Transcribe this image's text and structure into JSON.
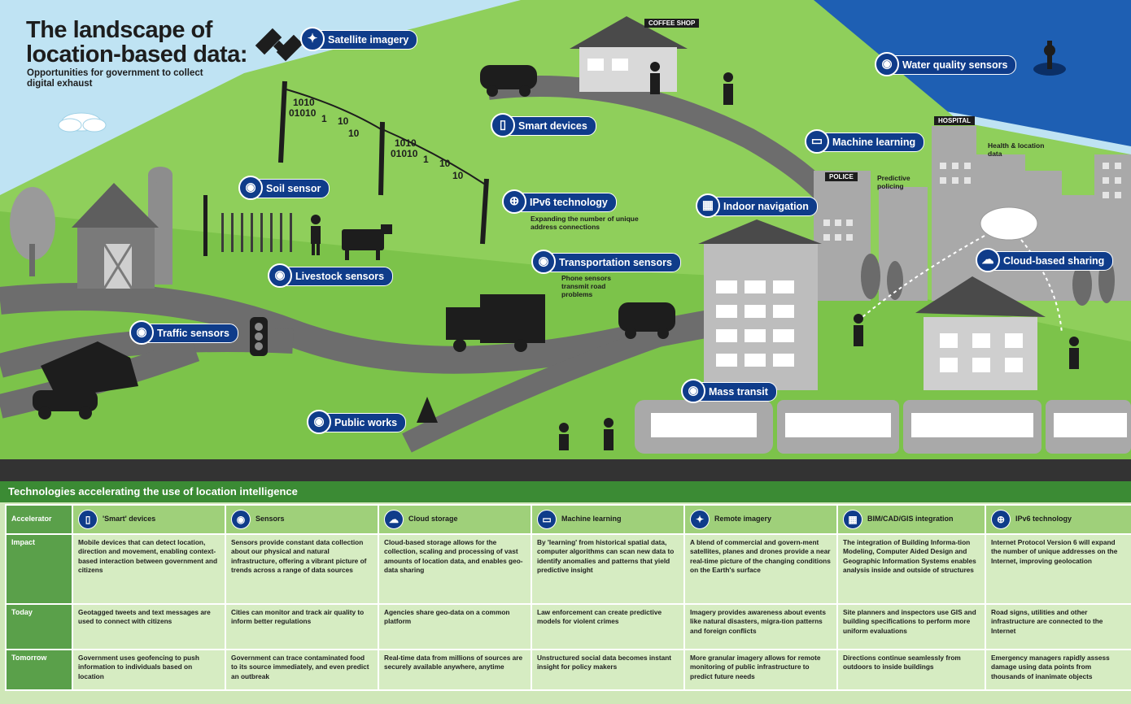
{
  "header": {
    "title_line1": "The landscape of",
    "title_line2": "location-based data:",
    "subtitle": "Opportunities for government to collect digital exhaust"
  },
  "scene_labels": {
    "satellite": "Satellite imagery",
    "smart_devices": "Smart devices",
    "water": "Water quality sensors",
    "machine_learning": "Machine learning",
    "soil": "Soil sensor",
    "ipv6": "IPv6 technology",
    "indoor": "Indoor navigation",
    "livestock": "Livestock sensors",
    "transport": "Transportation sensors",
    "cloud": "Cloud-based sharing",
    "traffic": "Traffic sensors",
    "mass_transit": "Mass transit",
    "public_works": "Public works"
  },
  "scene_notes": {
    "ipv6_note": "Expanding the number of unique address connections",
    "transport_note": "Phone sensors transmit road problems",
    "predictive": "Predictive policing",
    "health": "Health & location data"
  },
  "building_tags": {
    "coffee": "COFFEE SHOP",
    "hospital": "HOSPITAL",
    "police": "POLICE"
  },
  "binary": {
    "a1": "1010",
    "a2": "01010",
    "a3": "1",
    "a4": "10",
    "a5": "10",
    "b1": "1010",
    "b2": "01010",
    "b3": "1",
    "b4": "10",
    "b5": "10"
  },
  "table": {
    "title": "Technologies accelerating the use of location intelligence",
    "row_labels": [
      "Accelerator",
      "Impact",
      "Today",
      "Tomorrow"
    ],
    "columns": [
      {
        "header": "'Smart' devices",
        "icon": "phone-icon",
        "impact": "Mobile devices that can detect location, direction and movement, enabling context-based interaction between government and citizens",
        "today": "Geotagged tweets and text messages are used to connect with citizens",
        "tomorrow": "Government uses geofencing to push information to individuals based on location"
      },
      {
        "header": "Sensors",
        "icon": "sensor-icon",
        "impact": "Sensors provide constant data collection about our physical and natural infrastructure, offering a vibrant picture of trends across a range of data sources",
        "today": "Cities can monitor and track air quality to inform better regulations",
        "tomorrow": "Government can trace contaminated food to its source immediately, and even predict an outbreak"
      },
      {
        "header": "Cloud storage",
        "icon": "cloud-icon",
        "impact": "Cloud-based storage allows for the collection, scaling and processing of vast amounts of location data, and enables geo-data sharing",
        "today": "Agencies share geo-data on a common platform",
        "tomorrow": "Real-time data from millions of sources are securely available anywhere, anytime"
      },
      {
        "header": "Machine learning",
        "icon": "monitor-icon",
        "impact": "By 'learning' from historical spatial data, computer algorithms can scan new data to identify anomalies and patterns that yield predictive insight",
        "today": "Law enforcement can create predictive models for violent crimes",
        "tomorrow": "Unstructured social data becomes instant insight for policy makers"
      },
      {
        "header": "Remote imagery",
        "icon": "satellite-icon",
        "impact": "A blend of commercial and govern-ment satellites, planes and drones provide a near real-time picture of the changing conditions on the Earth's surface",
        "today": "Imagery provides awareness about events like natural disasters, migra-tion patterns and foreign conflicts",
        "tomorrow": "More granular imagery allows for remote monitoring of public infrastructure to predict future needs"
      },
      {
        "header": "BIM/CAD/GIS integration",
        "icon": "building-icon",
        "impact": "The integration of Building Informa-tion Modeling, Computer Aided Design and Geographic Information Systems enables analysis inside and outside of structures",
        "today": "Site planners and inspectors use GIS and building specifications to perform more uniform evaluations",
        "tomorrow": "Directions continue seamlessly from outdoors to inside buildings"
      },
      {
        "header": "IPv6 technology",
        "icon": "globe-icon",
        "impact": "Internet Protocol Version 6 will expand the number of unique addresses on the Internet, improving geolocation",
        "today": "Road signs, utilities and other infrastructure are connected to the Internet",
        "tomorrow": "Emergency managers rapidly assess damage using data points from thousands of inanimate objects"
      }
    ]
  },
  "colors": {
    "sky": "#bfe3f3",
    "grass": "#7cc34a",
    "grass_light": "#8fcf5b",
    "road": "#6d6d6d",
    "label_blue": "#0f3c8a",
    "table_green": "#3b8b34",
    "header_green": "#9fd07a"
  }
}
